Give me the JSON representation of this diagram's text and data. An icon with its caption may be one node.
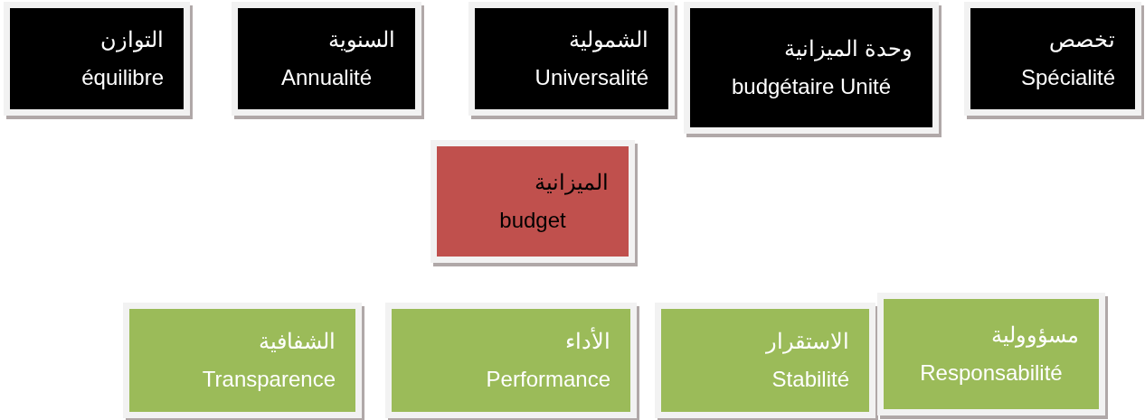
{
  "diagram": {
    "nodes": [
      {
        "text": [
          "التوازن",
          "équilibre"
        ]
      },
      {
        "text": [
          "السنوية",
          "Annualité"
        ]
      },
      {
        "text": [
          "الشمولية",
          "Universalité"
        ]
      },
      {
        "text": [
          "وحدة الميزانية",
          "budgétaire Unité"
        ]
      },
      {
        "text": [
          "تخصص",
          "Spécialité"
        ]
      },
      {
        "text": [
          "الميزانية",
          "budget"
        ]
      },
      {
        "text": [
          "الشفافية",
          "Transparence"
        ]
      },
      {
        "text": [
          "الأداء",
          "Performance"
        ]
      },
      {
        "text": [
          "الاستقرار",
          "Stabilité"
        ]
      },
      {
        "text": [
          "مسؤوولية",
          "Responsabilité"
        ]
      }
    ]
  }
}
